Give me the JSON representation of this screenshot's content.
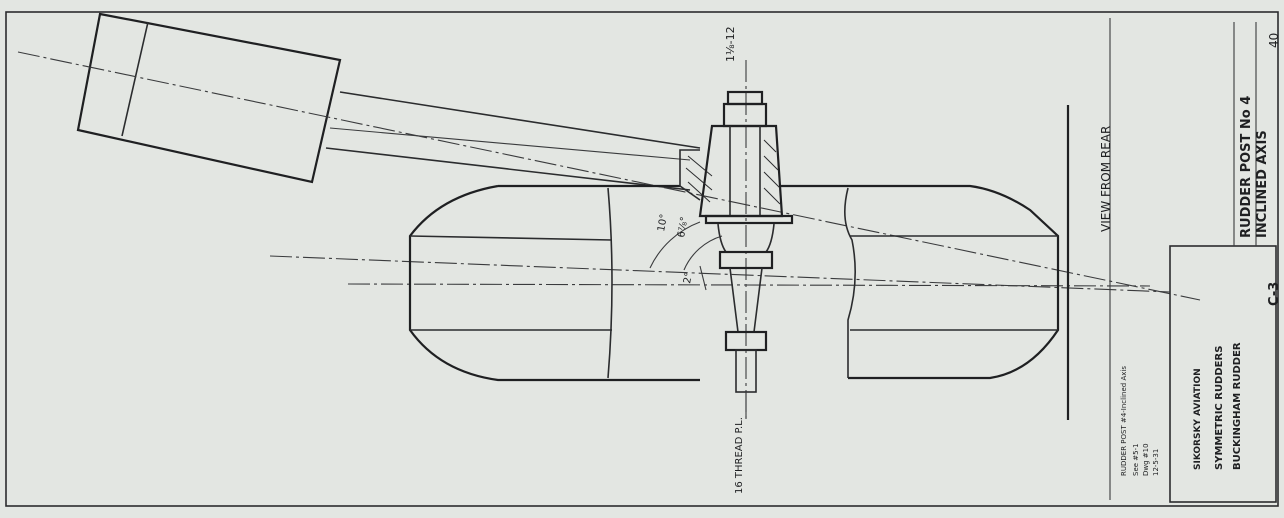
{
  "drawing": {
    "title_line1": "RUDDER POST No 4",
    "title_line2": "INCLINED AXIS",
    "view_label": "VIEW FROM REAR",
    "thread_callout": "1⅛-12",
    "angle_10": "10°",
    "angle_6": "6⅞°",
    "angle_small": "2°",
    "bottom_callout": "16 THREAD P.L.",
    "side_note_1": "RUDDER POST #4-Inclined Axis",
    "side_note_2": "See #5-1",
    "side_note_3": "Dwg #10",
    "side_note_4": "12-5-31",
    "company_1": "SIKORSKY AVIATION",
    "company_2": "SYMMETRIC RUDDERS",
    "company_3": "BUCKINGHAM RUDDER",
    "drawing_no": "C-3",
    "sheet_no": "40"
  }
}
